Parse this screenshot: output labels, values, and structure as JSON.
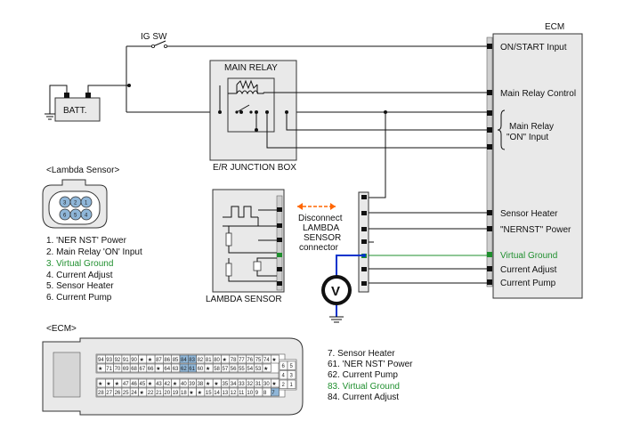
{
  "colors": {
    "green": "#1f8f2e",
    "blue": "#0033cc",
    "orange": "#ff6600",
    "highlight": "#8fb6d8"
  },
  "ecm_title": "ECM",
  "ig_sw": "IG SW",
  "batt": "BATT.",
  "main_relay": "MAIN RELAY",
  "junction_box": "E/R JUNCTION BOX",
  "ecm_pins": [
    "ON/START Input",
    "Main Relay Control",
    "Main Relay",
    "\"ON\" Input",
    "Sensor Heater",
    "\"NERNST\" Power",
    "Virtual Ground",
    "Current Adjust",
    "Current Pump"
  ],
  "lambda_sensor_title": "<Lambda Sensor>",
  "connector_numbers": [
    "3",
    "2",
    "1",
    "6",
    "5",
    "4"
  ],
  "lambda_pins": [
    "1. 'NER NST' Power",
    "2. Main Relay 'ON' Input",
    "3. Virtual Ground",
    "4. Current Adjust",
    "5. Sensor Heater",
    "6. Current Pump"
  ],
  "lambda_sensor_label": "LAMBDA SENSOR",
  "disconnect_note": [
    "Disconnect",
    "LAMBDA",
    "SENSOR",
    "connector"
  ],
  "voltmeter": "V",
  "ecm_connector_title": "<ECM>",
  "ecm_connector_pins": [
    "7. Sensor Heater",
    "61. 'NER NST' Power",
    "62. Current Pump",
    "83. Virtual Ground",
    "84. Current Adjust"
  ],
  "ecm_connector_grid": {
    "row1": [
      "94",
      "93",
      "92",
      "91",
      "90",
      "★",
      "★",
      "87",
      "86",
      "85",
      "84",
      "83",
      "82",
      "81",
      "80",
      "★",
      "78",
      "77",
      "76",
      "75",
      "74",
      "★"
    ],
    "row2": [
      "★",
      "71",
      "70",
      "69",
      "68",
      "67",
      "66",
      "★",
      "64",
      "63",
      "62",
      "61",
      "60",
      "★",
      "58",
      "57",
      "56",
      "55",
      "54",
      "53",
      "★"
    ],
    "row3": [
      "★",
      "★",
      "★",
      "47",
      "46",
      "45",
      "★",
      "43",
      "42",
      "★",
      "40",
      "39",
      "38",
      "★",
      "★",
      "35",
      "34",
      "33",
      "32",
      "31",
      "30",
      "★"
    ],
    "row4": [
      "28",
      "27",
      "26",
      "25",
      "24",
      "★",
      "22",
      "21",
      "20",
      "19",
      "18",
      "★",
      "★",
      "15",
      "14",
      "13",
      "12",
      "11",
      "10",
      "9",
      "8",
      "7"
    ],
    "highlighted": [
      "84",
      "83",
      "62",
      "61",
      "7"
    ],
    "side": [
      "6",
      "5",
      "4",
      "3",
      "2",
      "1"
    ]
  }
}
